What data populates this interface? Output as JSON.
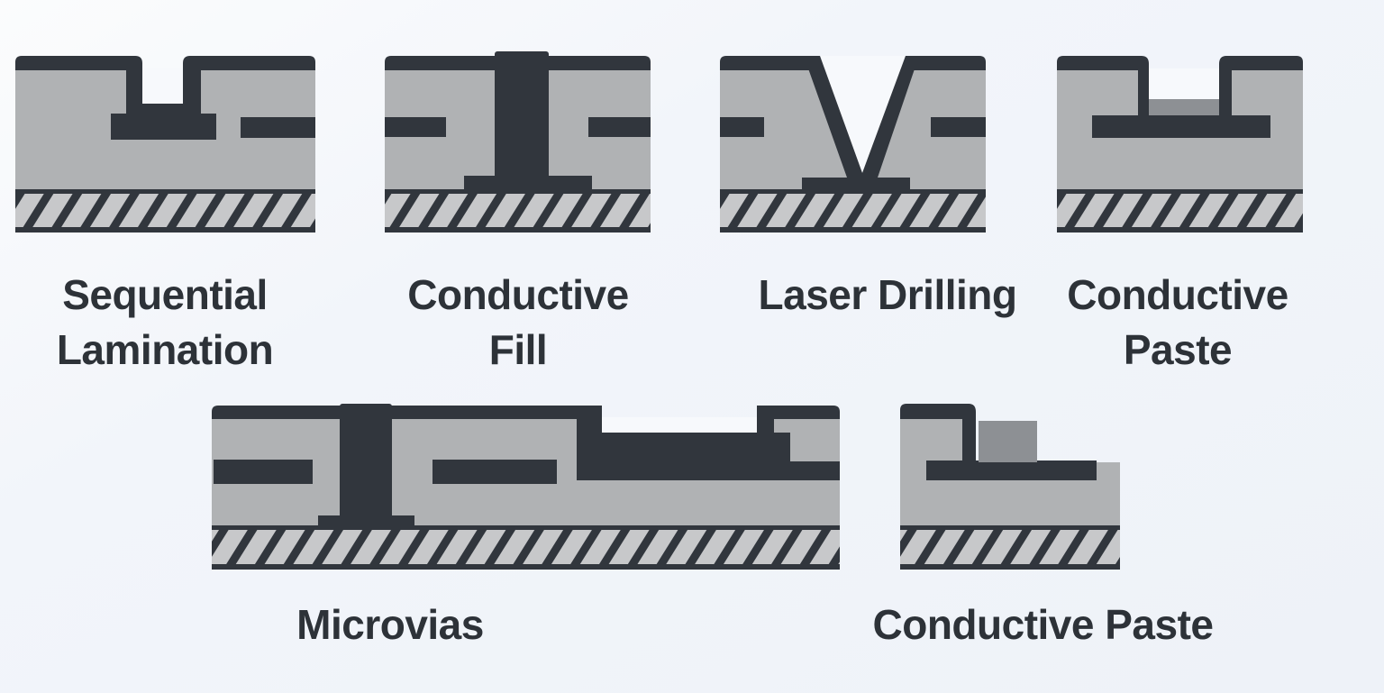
{
  "colors": {
    "cu": "#31363d",
    "sub": "#b0b2b4",
    "paste": "#8d9094",
    "air": "#f7f9fc",
    "hatch_light": "#c7c8ca",
    "ink": "#2d3238",
    "bg_top": "#fbfcfd",
    "bg_bottom": "#eef2f8"
  },
  "figures": [
    {
      "id": "sequential-lamination",
      "label_lines": [
        "Sequential",
        "Lamination"
      ]
    },
    {
      "id": "conductive-fill",
      "label_lines": [
        "Conductive",
        "Fill"
      ]
    },
    {
      "id": "laser-drilling",
      "label_lines": [
        "Laser Drilling"
      ]
    },
    {
      "id": "conductive-paste-top",
      "label_lines": [
        "Conductive",
        "Paste"
      ]
    },
    {
      "id": "microvias",
      "label_lines": [
        "Microvias"
      ]
    },
    {
      "id": "conductive-paste-bottom",
      "label_lines": [
        "Conductive Paste"
      ]
    }
  ]
}
